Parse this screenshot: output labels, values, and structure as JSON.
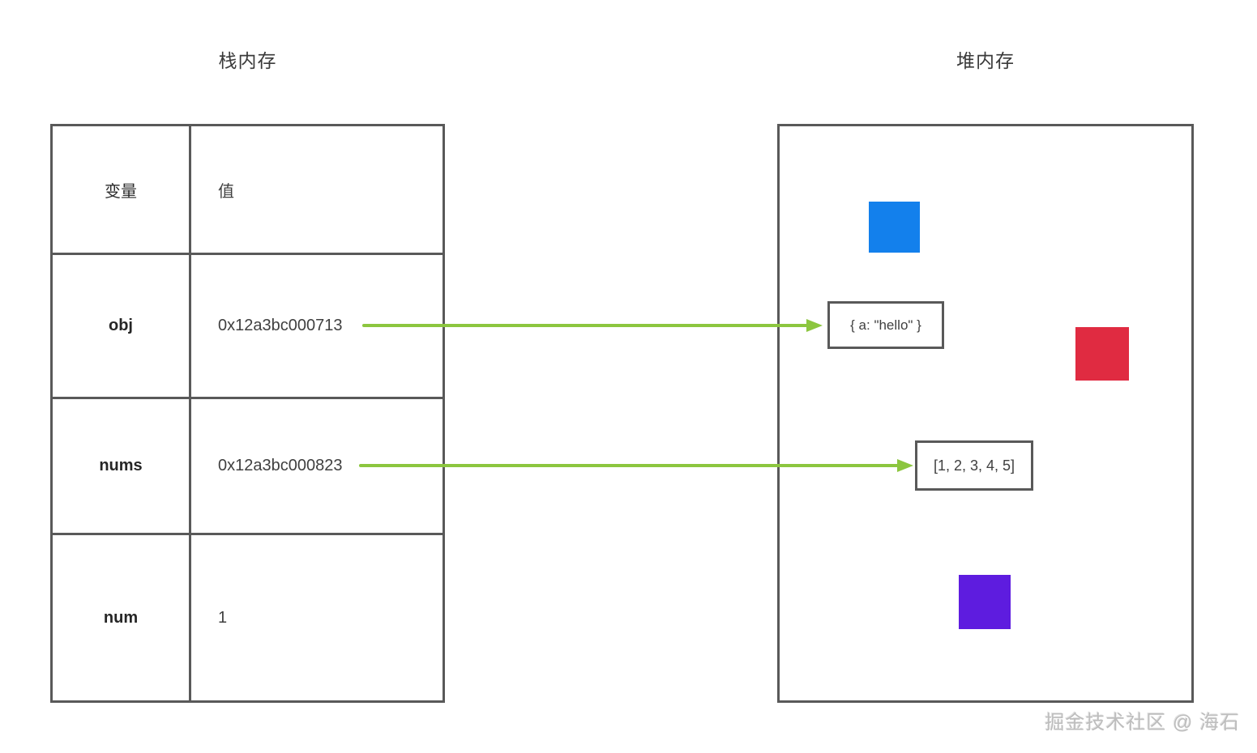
{
  "titles": {
    "stack": "栈内存",
    "heap": "堆内存"
  },
  "stack_table": {
    "headers": {
      "variable": "变量",
      "value": "值"
    },
    "rows": [
      {
        "variable": "obj",
        "value": "0x12a3bc000713"
      },
      {
        "variable": "nums",
        "value": "0x12a3bc000823"
      },
      {
        "variable": "num",
        "value": "1"
      }
    ]
  },
  "heap": {
    "objects": [
      {
        "label": "{ a: \"hello\" }"
      },
      {
        "label": "[1, 2, 3, 4, 5]"
      }
    ],
    "decor_squares": [
      {
        "name": "blue-square",
        "color": "#1380EC"
      },
      {
        "name": "red-square",
        "color": "#E02B41"
      },
      {
        "name": "purple-square",
        "color": "#5E1CDF"
      }
    ]
  },
  "arrows": {
    "color": "#8CC63F",
    "links": [
      {
        "from": "obj",
        "to": "{ a: \"hello\" }"
      },
      {
        "from": "nums",
        "to": "[1, 2, 3, 4, 5]"
      }
    ]
  },
  "watermark": "掘金技术社区 @ 海石",
  "colors": {
    "border": "#595959",
    "text": "#404040",
    "arrow": "#8CC63F"
  }
}
